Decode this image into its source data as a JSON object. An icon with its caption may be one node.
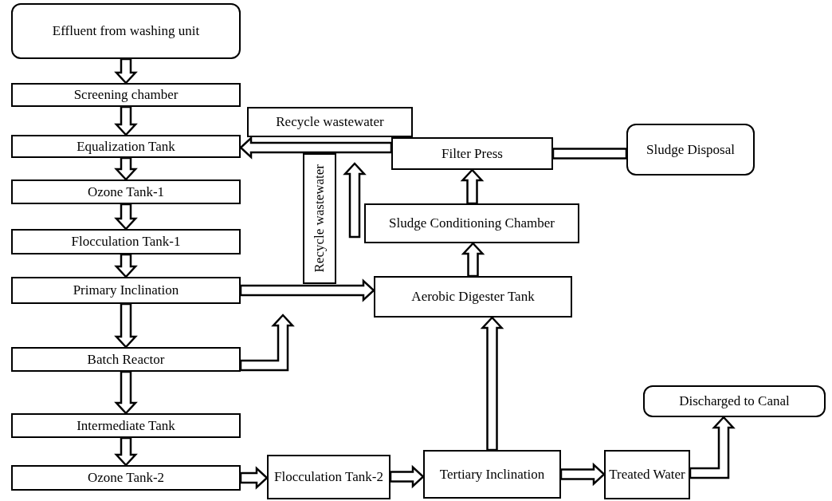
{
  "diagram": {
    "nodes": [
      {
        "text": [
          "Effluent from washing unit"
        ]
      },
      {
        "text": [
          "Screening chamber"
        ]
      },
      {
        "text": [
          "Recycle wastewater"
        ]
      },
      {
        "text": [
          "Equalization Tank"
        ]
      },
      {
        "text": [
          "Ozone Tank-1"
        ]
      },
      {
        "text": [
          "Flocculation Tank-1"
        ]
      },
      {
        "text": [
          "Primary Inclination"
        ]
      },
      {
        "text": [
          "Batch Reactor"
        ]
      },
      {
        "text": [
          "Intermediate Tank"
        ]
      },
      {
        "text": [
          "Ozone Tank-2"
        ]
      },
      {
        "text": [
          "Recycle wastewater"
        ]
      },
      {
        "text": [
          "Filter Press"
        ]
      },
      {
        "text": [
          "Sludge Disposal"
        ]
      },
      {
        "text": [
          "Sludge Conditioning Chamber"
        ]
      },
      {
        "text": [
          "Aerobic Digester Tank"
        ]
      },
      {
        "text": [
          "Flocculation Tank-2"
        ]
      },
      {
        "text": [
          "Tertiary Inclination"
        ]
      },
      {
        "text": [
          "Treated Water"
        ]
      },
      {
        "text": [
          "Discharged to Canal"
        ]
      }
    ],
    "edges": [
      {
        "from": 0,
        "to": 1,
        "arrow": "to"
      },
      {
        "from": 1,
        "to": 3,
        "arrow": "to"
      },
      {
        "from": 3,
        "to": 4,
        "arrow": "to"
      },
      {
        "from": 4,
        "to": 5,
        "arrow": "to"
      },
      {
        "from": 5,
        "to": 6,
        "arrow": "to"
      },
      {
        "from": 6,
        "to": 7,
        "arrow": "to"
      },
      {
        "from": 7,
        "to": 8,
        "arrow": "to"
      },
      {
        "from": 8,
        "to": 9,
        "arrow": "to"
      },
      {
        "from": 6,
        "to": 14,
        "arrow": "to"
      },
      {
        "from": 7,
        "to": null,
        "arrow": "to"
      },
      {
        "from": 11,
        "to": 3,
        "arrow": "to"
      },
      {
        "from": 13,
        "to": null,
        "arrow": "to"
      },
      {
        "from": 14,
        "to": 13,
        "arrow": "to"
      },
      {
        "from": 13,
        "to": 11,
        "arrow": "to"
      },
      {
        "from": 11,
        "to": 12,
        "arrow": "none"
      },
      {
        "from": 9,
        "to": 15,
        "arrow": "to"
      },
      {
        "from": 15,
        "to": 16,
        "arrow": "to"
      },
      {
        "from": 16,
        "to": 14,
        "arrow": "to"
      },
      {
        "from": 16,
        "to": 17,
        "arrow": "to"
      },
      {
        "from": 17,
        "to": 18,
        "arrow": "to"
      }
    ]
  }
}
